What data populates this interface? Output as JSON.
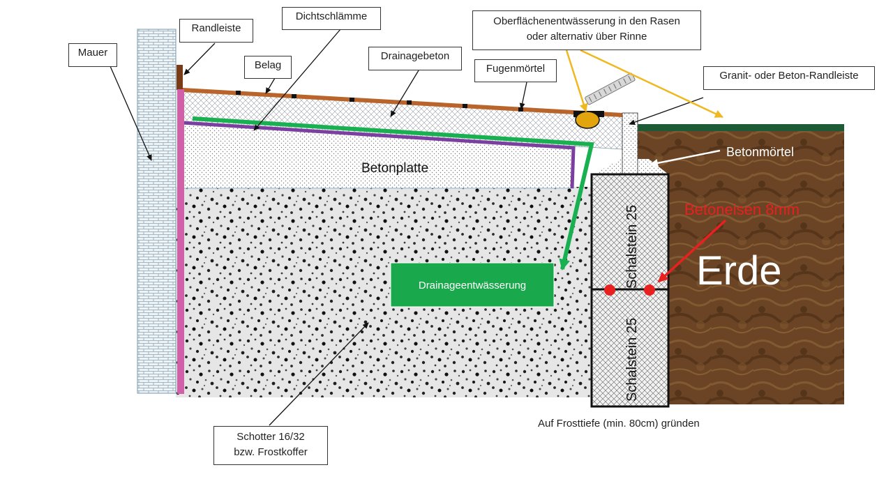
{
  "labels": {
    "mauer": "Mauer",
    "randleiste": "Randleiste",
    "dichtschlaemme": "Dichtschlämme",
    "belag": "Belag",
    "drainagebeton": "Drainagebeton",
    "fugenmoertel": "Fugenmörtel",
    "oberflaeche_line1": "Oberflächenentwässerung in den Rasen",
    "oberflaeche_line2": "oder alternativ über Rinne",
    "granit_randleiste": "Granit- oder Beton-Randleiste",
    "betonmoertel": "Betonmörtel",
    "betonplatte": "Betonplatte",
    "betoneisen": "Betoneisen 8mm",
    "erde": "Erde",
    "drainageentwaesserung": "Drainageentwässerung",
    "schalstein_upper": "Schalstein 25",
    "schalstein_lower": "Schalstein 25",
    "frosttiefe": "Auf Frosttiefe (min. 80cm) gründen",
    "schotter_line1": "Schotter 16/32",
    "schotter_line2": "bzw. Frostkoffer"
  },
  "colors": {
    "belag": "#b8642a",
    "dichtschlaemme": "#7b3fa0",
    "drainage_arrow": "#18b050",
    "drainage_box": "#1aa84c",
    "randleiste_wall": "#d060a8",
    "oberflaeche_arrow": "#f0b820",
    "betoneisen": "#e82020",
    "erde": "#6b4422",
    "lawn": "#1d5a36"
  }
}
